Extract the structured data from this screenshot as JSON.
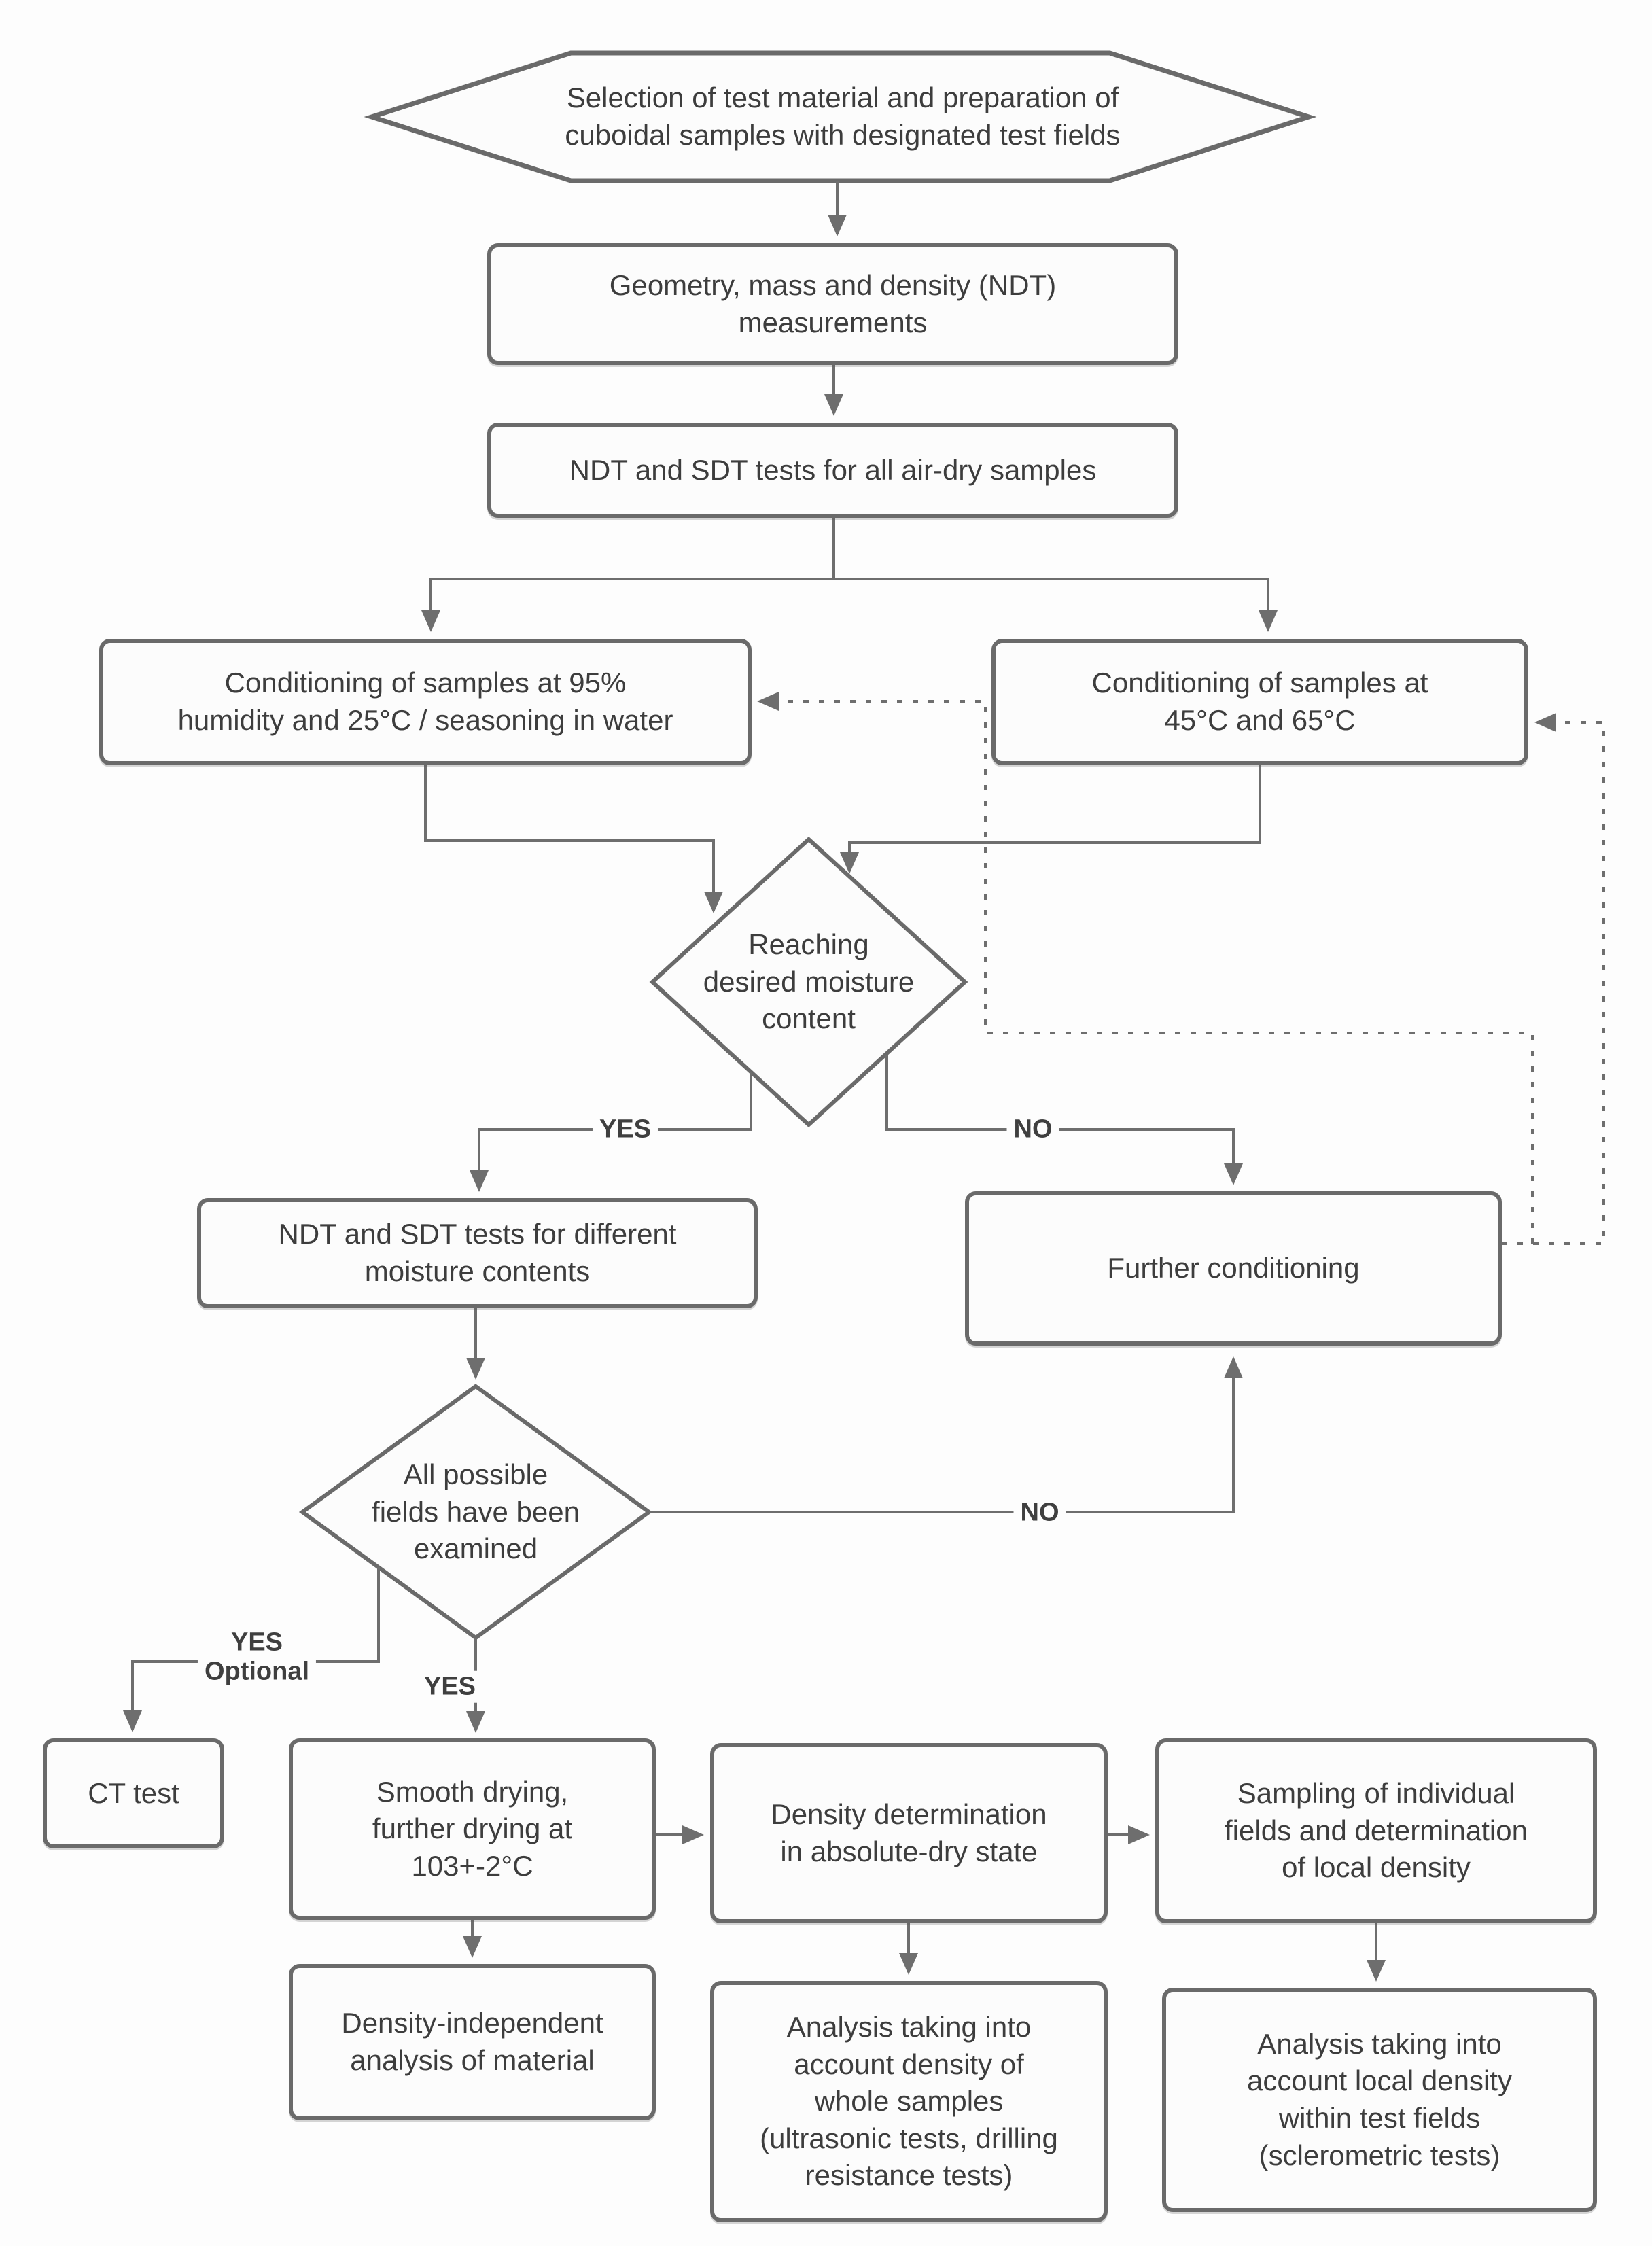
{
  "diagram": {
    "title": "Test procedure flowchart",
    "colors": {
      "background": "#fdfdfd",
      "node_fill": "#fcfcfc",
      "node_border": "#6a6a6a",
      "line": "#6e6e6e",
      "text": "#3d3d3d"
    }
  },
  "nodes": {
    "start_hexagon": {
      "label": "Selection of test material and preparation of\ncuboidal samples with designated test fields"
    },
    "geometry": {
      "label": "Geometry, mass and density (NDT)\nmeasurements"
    },
    "airdry_tests": {
      "label": "NDT and SDT tests for all air-dry samples"
    },
    "cond_95": {
      "label": "Conditioning of samples at 95%\nhumidity and 25°C / seasoning in water"
    },
    "cond_4565": {
      "label": "Conditioning of samples at\n45°C and 65°C"
    },
    "diamond_moisture": {
      "label": "Reaching\ndesired moisture\ncontent"
    },
    "ndt_moisture": {
      "label": "NDT and SDT tests for different\nmoisture contents"
    },
    "further_conditioning": {
      "label": "Further conditioning"
    },
    "diamond_fields": {
      "label": "All possible\nfields have been\nexamined"
    },
    "ct_test": {
      "label": "CT test"
    },
    "smooth_drying": {
      "label": "Smooth drying,\nfurther drying at\n103+-2°C"
    },
    "density_determination": {
      "label": "Density determination\nin absolute-dry state"
    },
    "sampling": {
      "label": "Sampling of individual\nfields and determination\nof local density"
    },
    "density_independent": {
      "label": "Density-independent\nanalysis of material"
    },
    "analysis_whole": {
      "label": "Analysis taking into\naccount density of\nwhole samples\n(ultrasonic tests, drilling\nresistance tests)"
    },
    "analysis_local": {
      "label": "Analysis taking into\naccount local density\nwithin test fields\n(sclerometric tests)"
    }
  },
  "edge_labels": {
    "yes_moisture": "YES",
    "no_moisture": "NO",
    "no_fields": "NO",
    "yes_fields": "YES",
    "yes_optional": "YES\nOptional"
  }
}
